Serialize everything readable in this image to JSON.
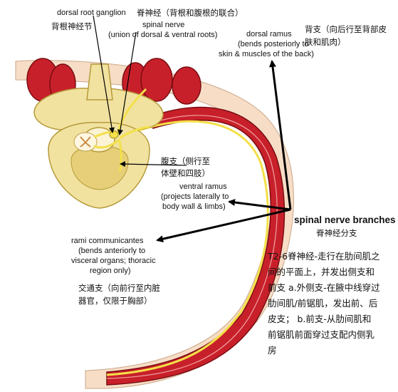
{
  "labels": {
    "dorsal_root_ganglion_en": "dorsal root ganglion",
    "dorsal_root_ganglion_zh": "背根神经节",
    "spinal_nerve_zh": "脊神经（背根和腹根的联合）",
    "spinal_nerve_en_1": "spinal nerve",
    "spinal_nerve_en_2": "(union of dorsal & ventral roots)",
    "dorsal_ramus_zh_1": "背支（向后行至背部皮",
    "dorsal_ramus_zh_2": "肤和肌肉）",
    "dorsal_ramus_en_1": "dorsal ramus",
    "dorsal_ramus_en_2": "(bends posteriorly to",
    "dorsal_ramus_en_3": "skin & muscles of the back)",
    "ventral_ramus_zh_1": "腹支（侧行至",
    "ventral_ramus_zh_2": "体壁和四肢）",
    "ventral_ramus_en_1": "ventral ramus",
    "ventral_ramus_en_2": "(projects laterally to",
    "ventral_ramus_en_3": "body wall & limbs)",
    "branches_en": "spinal nerve branches",
    "branches_zh": "脊神经分支",
    "rami_en_1": "rami communicantes",
    "rami_en_2": "(bends anteriorly to",
    "rami_en_3": "visceral organs; thoracic",
    "rami_en_4": "region only)",
    "rami_zh_1": "交通支（向前行至内脏",
    "rami_zh_2": "器官，仅限于胸部）"
  },
  "paragraph": [
    "T2-6脊神经-走行在肋间肌之",
    "间的平面上，并发出侧支和",
    "前支 a.外侧支-在腋中线穿过",
    "肋间肌/前锯肌，发出前、后",
    "皮支；  b.前支-从肋间肌和",
    "前锯肌前面穿过支配内侧乳",
    "房"
  ],
  "colors": {
    "muscle": "#c8202a",
    "muscle_dark": "#8c1016",
    "bone": "#f1e2a0",
    "bone_dark": "#d8c06a",
    "nerve": "#f4e04a",
    "nerve_outline": "#a89020",
    "skin": "#f7ddc6",
    "arrow": "#000000"
  }
}
